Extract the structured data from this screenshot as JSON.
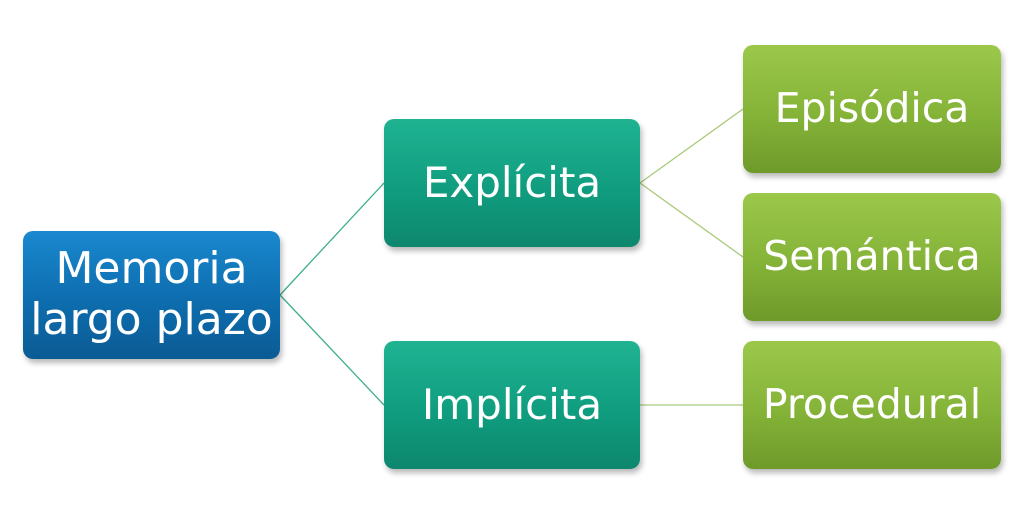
{
  "diagram": {
    "root": {
      "label_line1": "Memoria",
      "label_line2": "largo plazo"
    },
    "branches": [
      {
        "label": "Explícita",
        "children": [
          "Episódica",
          "Semántica"
        ]
      },
      {
        "label": "Implícita",
        "children": [
          "Procedural"
        ]
      }
    ]
  },
  "colors": {
    "root": "#1178bd",
    "branch": "#12a585",
    "leaf": "#8bbb3e",
    "connector_root": "#3fae8e",
    "connector_leaf": "#a9c97a"
  }
}
